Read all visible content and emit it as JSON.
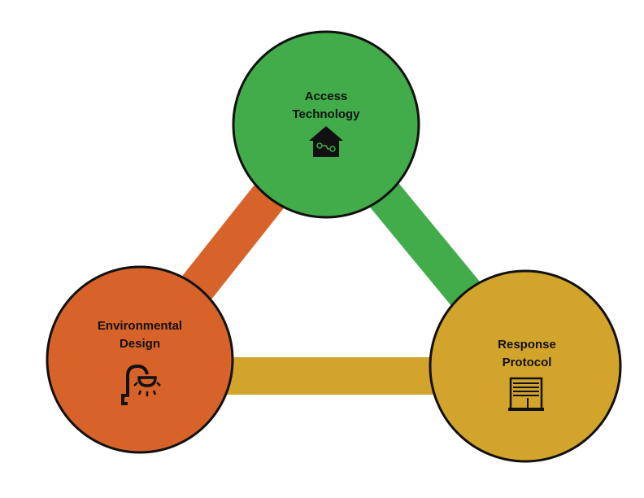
{
  "colors": {
    "access": "#41ac49",
    "environmental": "#d7632a",
    "response": "#d2a42b",
    "outline": "#111111"
  },
  "nodes": {
    "access": {
      "line1": "Access",
      "line2": "Technology",
      "icon": "house-circuit-icon"
    },
    "environmental": {
      "line1": "Environmental",
      "line2": "Design",
      "icon": "street-lamp-icon"
    },
    "response": {
      "line1": "Response",
      "line2": "Protocol",
      "icon": "shuttered-storefront-icon"
    }
  }
}
